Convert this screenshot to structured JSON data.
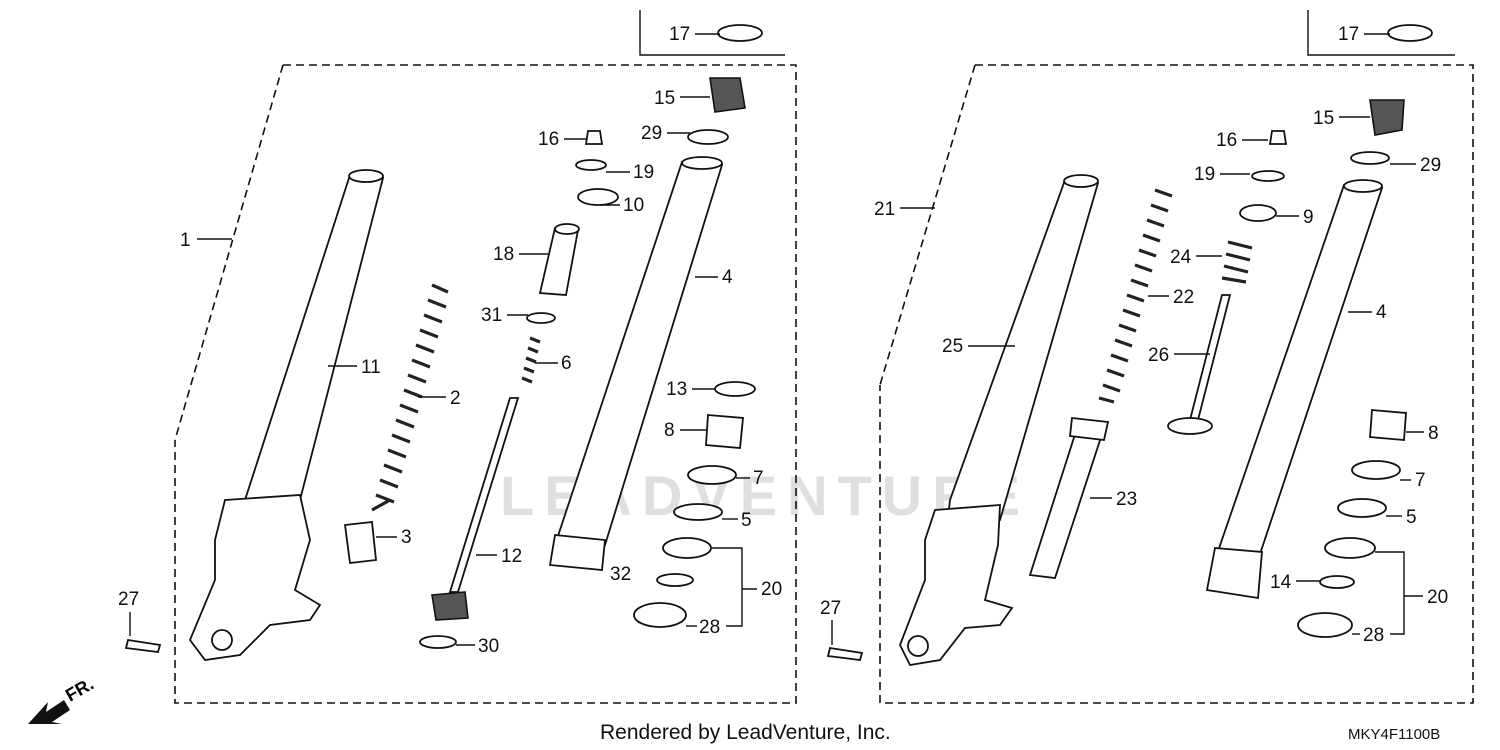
{
  "footer": {
    "credit": "Rendered by LeadVenture, Inc.",
    "diagram_code": "MKY4F1100B"
  },
  "watermark": {
    "text": "LEADVENTURE"
  },
  "direction_indicator": {
    "label": "FR."
  },
  "left_assembly": {
    "callouts": [
      "17",
      "15",
      "29",
      "16",
      "19",
      "10",
      "18",
      "31",
      "6",
      "13",
      "8",
      "7",
      "5",
      "3",
      "2",
      "11",
      "1",
      "4",
      "12",
      "32",
      "20",
      "28",
      "30",
      "27"
    ]
  },
  "right_assembly": {
    "callouts": [
      "17",
      "15",
      "16",
      "29",
      "19",
      "9",
      "24",
      "22",
      "21",
      "4",
      "26",
      "25",
      "8",
      "23",
      "7",
      "5",
      "14",
      "20",
      "28",
      "27"
    ]
  },
  "colors": {
    "ink": "#111111",
    "watermark": "#dcdcdc"
  },
  "icons": [
    "arrow-fr-icon"
  ]
}
